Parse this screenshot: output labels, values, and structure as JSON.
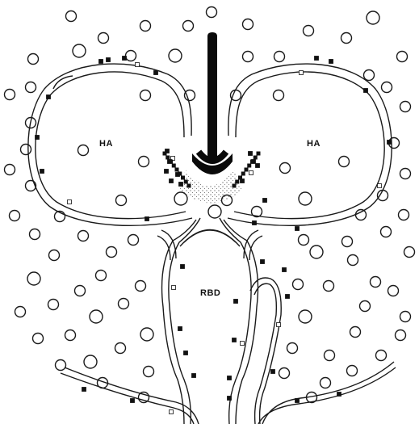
{
  "figure": {
    "labels": {
      "left_cell": "HA",
      "right_cell": "HA",
      "center_region": "RBD"
    },
    "colors": {
      "ink": "#111111",
      "paper": "#ffffff",
      "stipple": "#444444"
    },
    "elements": [
      "vesicle-circles",
      "left-ha-lobe",
      "right-ha-lobe",
      "central-rbd-stalk",
      "left-tube",
      "right-tube",
      "membrane-markers",
      "downward-arrow",
      "junction-stipple"
    ]
  }
}
